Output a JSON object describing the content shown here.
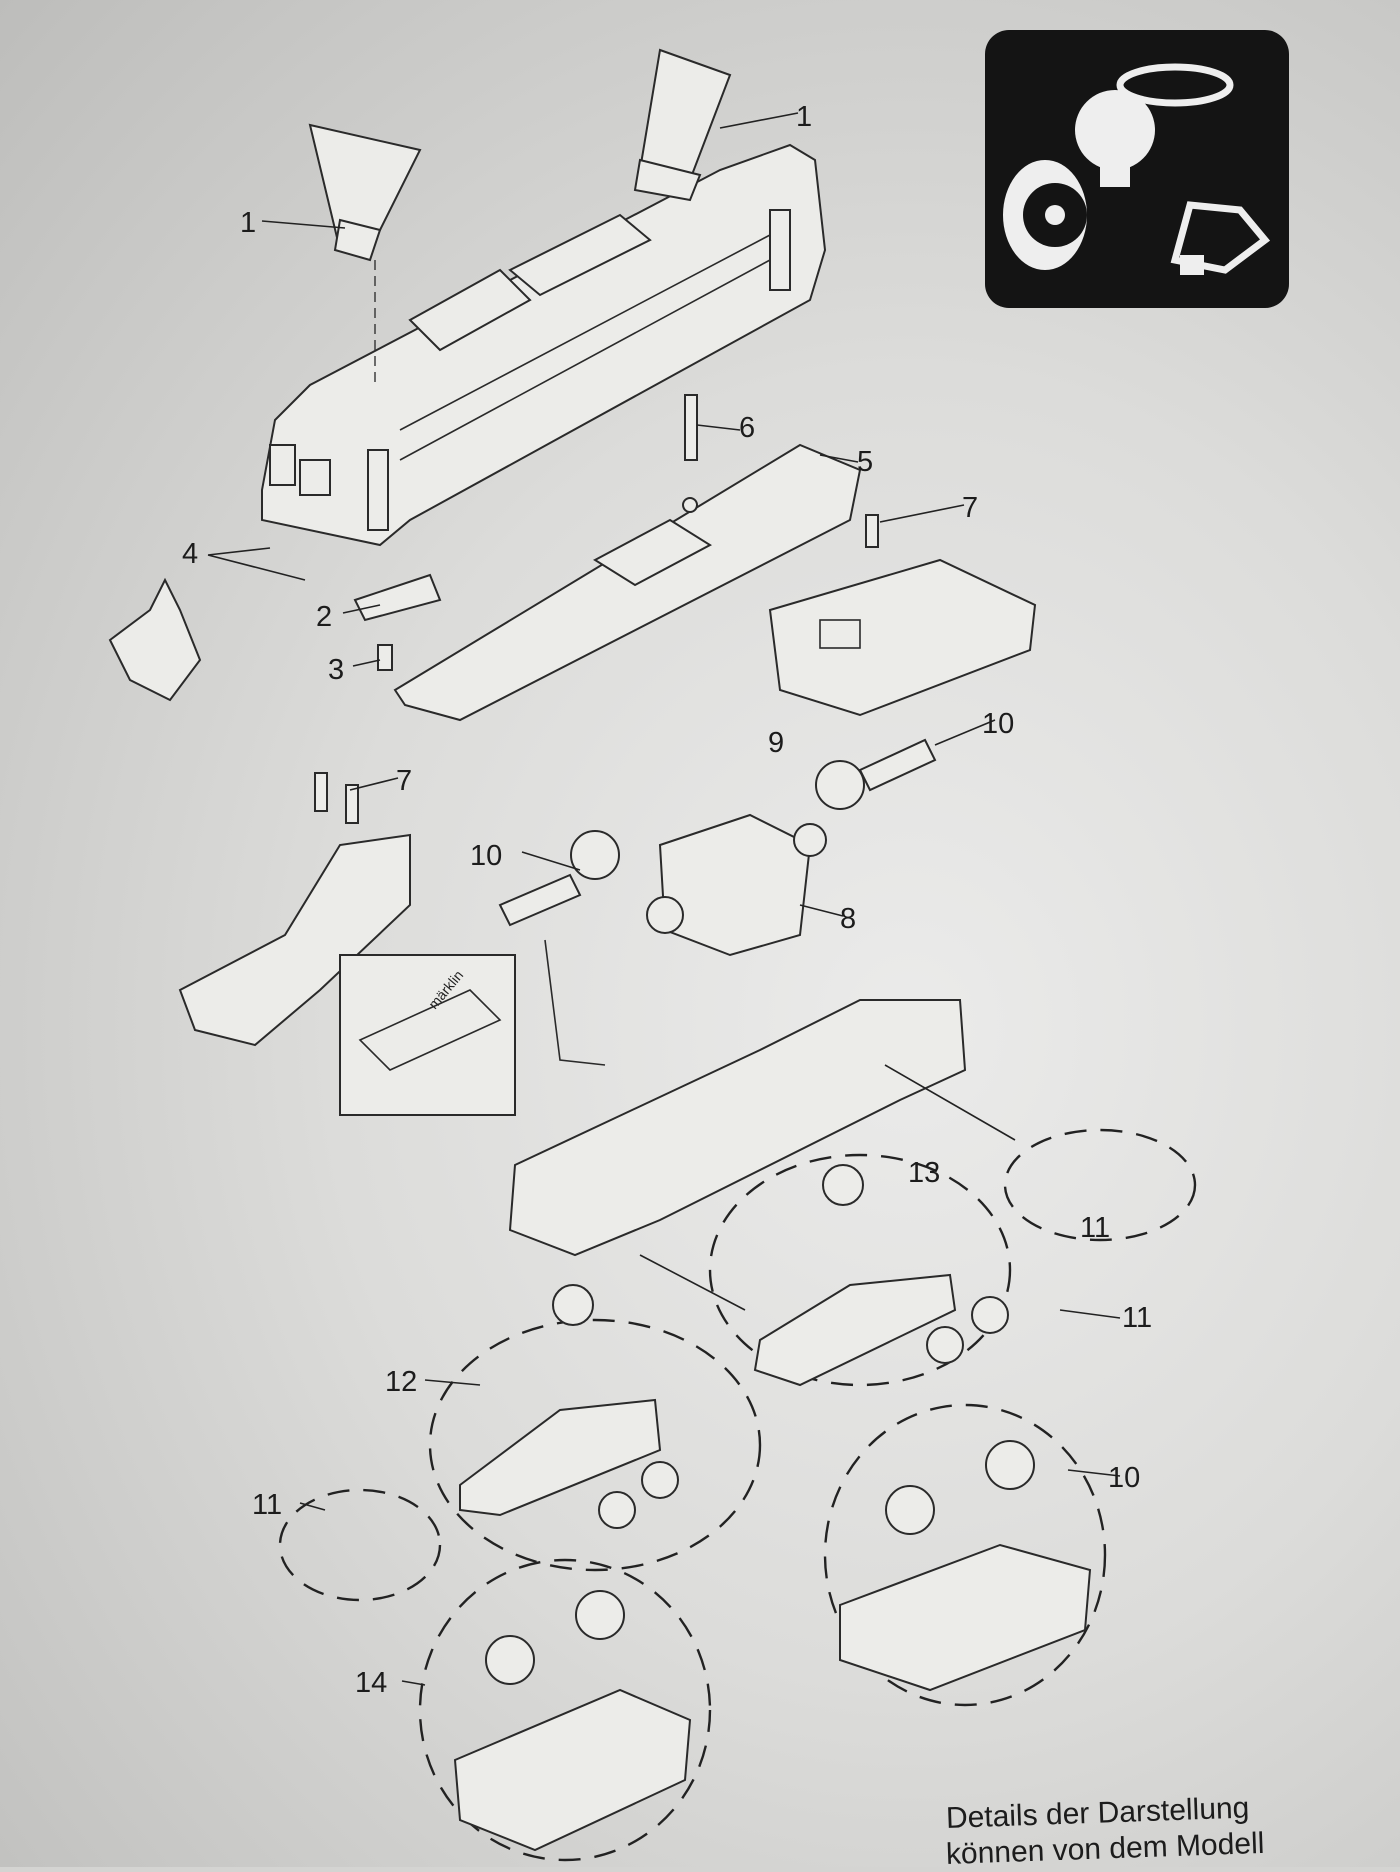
{
  "part_labels": {
    "l1a": "1",
    "l1b": "1",
    "l2": "2",
    "l3": "3",
    "l4": "4",
    "l5": "5",
    "l6": "6",
    "l7a": "7",
    "l7b": "7",
    "l8": "8",
    "l9": "9",
    "l10a": "10",
    "l10b": "10",
    "l10c": "10",
    "l11a": "11",
    "l11b": "11",
    "l11c": "11",
    "l12": "12",
    "l13": "13",
    "l14": "14"
  },
  "inset_brand": "märklin",
  "note": {
    "line1": "Details der Darstellung",
    "line2": "können von dem Modell"
  },
  "service_icon": "lamp-wheel-tire-pantograph-icon"
}
